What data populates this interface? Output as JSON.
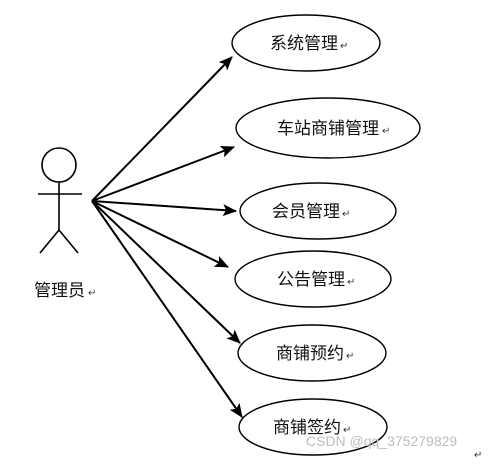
{
  "actor": {
    "name": "管理员",
    "mark": "↵"
  },
  "use_cases": [
    {
      "label": "系统管理",
      "mark": "↵"
    },
    {
      "label": "车站商铺管理",
      "mark": "↵"
    },
    {
      "label": "会员管理",
      "mark": "↵"
    },
    {
      "label": "公告管理",
      "mark": "↵"
    },
    {
      "label": "商铺预约",
      "mark": "↵"
    },
    {
      "label": "商铺签约",
      "mark": "↵"
    }
  ],
  "watermark": "CSDN @qq_375279829",
  "trailing_mark": "↵"
}
